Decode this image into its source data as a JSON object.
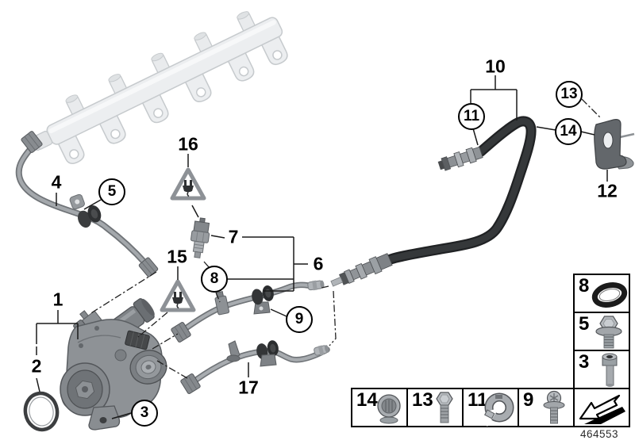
{
  "callouts": {
    "c1": "1",
    "c2": "2",
    "c3": "3",
    "c4": "4",
    "c5": "5",
    "c6": "6",
    "c7": "7",
    "c8": "8",
    "c9": "9",
    "c10": "10",
    "c11": "11",
    "c12": "12",
    "c13": "13",
    "c14": "14",
    "c15": "15",
    "c16": "16",
    "c17": "17"
  },
  "legend": {
    "column_items": [
      {
        "label": "8",
        "icon": "o-ring-icon"
      },
      {
        "label": "5",
        "icon": "flange-hex-bolt-icon"
      },
      {
        "label": "3",
        "icon": "socket-head-screw-icon"
      }
    ],
    "row_items": [
      {
        "label": "14",
        "icon": "cap-nut-icon"
      },
      {
        "label": "13",
        "icon": "hex-bolt-icon"
      },
      {
        "label": "11",
        "icon": "clamp-clip-icon"
      },
      {
        "label": "9",
        "icon": "torx-flange-screw-icon"
      }
    ],
    "arrow_icon": "direction-arrow-icon"
  },
  "warning_symbols": [
    {
      "callout": "16",
      "icon": "electrical-plug-warning-icon"
    },
    {
      "callout": "15",
      "icon": "electrical-plug-warning-icon"
    }
  ],
  "footer": {
    "part_number": "464553"
  },
  "colors": {
    "background": "#ffffff",
    "line_art": "#000000",
    "ghost_part": "#eceef0",
    "hose": "#202224",
    "metal": "#9aa0a4",
    "grommet": "#333537",
    "warning_gray": "#8d9196"
  }
}
